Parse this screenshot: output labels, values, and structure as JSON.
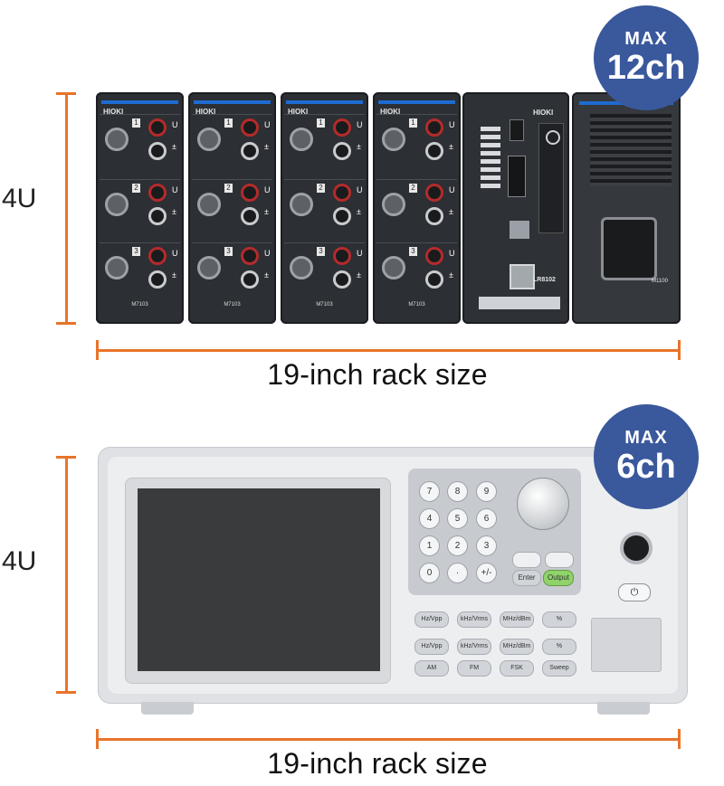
{
  "top": {
    "height_label": "4U",
    "rack_label": "19-inch rack size",
    "badge": {
      "line1": "MAX",
      "line2": "12ch"
    },
    "module_brand": "HIOKI",
    "module_model": "M7103",
    "channel_numbers": [
      "1",
      "2",
      "3"
    ],
    "logger_model": "LR8102",
    "power_model": "M1100"
  },
  "bottom": {
    "height_label": "4U",
    "rack_label": "19-inch rack size",
    "badge": {
      "line1": "MAX",
      "line2": "6ch"
    },
    "keys": [
      "7",
      "8",
      "9",
      "4",
      "5",
      "6",
      "1",
      "2",
      "3",
      "0",
      "·",
      "+/-"
    ],
    "enter_label": "Enter",
    "output_label": "Output",
    "function_rows": [
      [
        "Hz/Vpp",
        "kHz/Vrms",
        "MHz/dBm",
        "%"
      ],
      [
        "Hz/Vpp",
        "kHz/Vrms",
        "MHz/dBm",
        "%"
      ],
      [
        "AM",
        "FM",
        "FSK",
        "Sweep"
      ]
    ],
    "power_symbol": "⏻"
  },
  "colors": {
    "accent_orange": "#e8742a",
    "badge_blue": "#3a589c"
  }
}
